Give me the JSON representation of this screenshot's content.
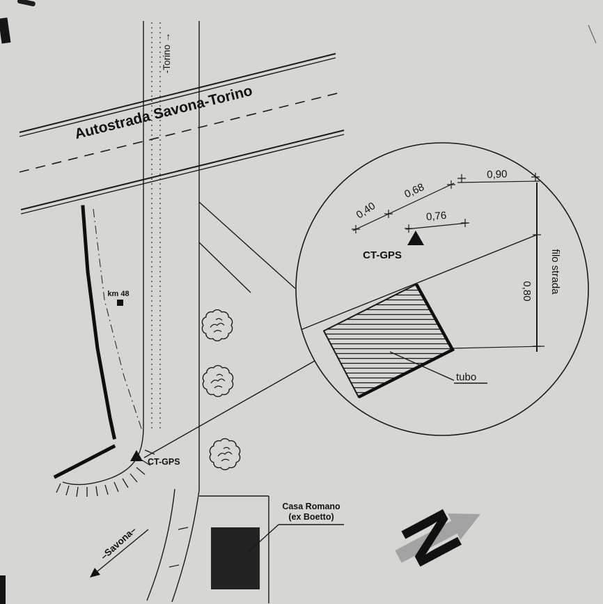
{
  "colors": {
    "paper": "#d8d6d3",
    "ink": "#1a1a1a",
    "building_fill": "#232323",
    "north_arrow_gray": "#a3a3a3"
  },
  "map": {
    "highway_label": "Autostrada Savona-Torino",
    "torino_label": "-Torino →",
    "km_label": "km 48",
    "ct_gps_label": "CT-GPS",
    "savona_label": "–Savona–",
    "casa_line1": "Casa Romano",
    "casa_line2": "(ex Boetto)"
  },
  "detail": {
    "ct_gps_label": "CT-GPS",
    "tubo_label": "tubo",
    "filo_strada_label": "filo strada",
    "dim_040": "0,40",
    "dim_068": "0,68",
    "dim_090": "0,90",
    "dim_076": "0,76",
    "dim_080": "0,80"
  },
  "compass": {
    "north_label": "N"
  }
}
